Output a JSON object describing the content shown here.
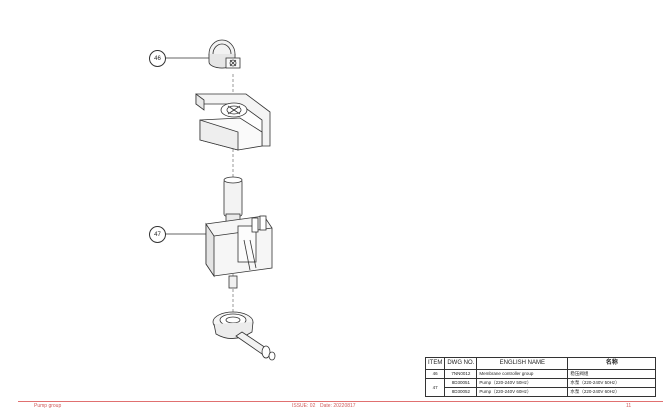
{
  "callouts": [
    "46",
    "47"
  ],
  "table": {
    "headers": {
      "item": "ITEM",
      "dwg": "DWG NO.",
      "english": "ENGLISH NAME",
      "chinese": "名称"
    },
    "rows": [
      {
        "item": "46",
        "dwg": "7NN0012",
        "english": "Membrane controller group",
        "chinese": "稳压阀组"
      },
      {
        "item": "47",
        "dwg": "8D30051",
        "english": "Pump（220-240V 50Hz）",
        "chinese": "水泵（220-240V 50Hz）"
      },
      {
        "item": "",
        "dwg": "8D30052",
        "english": "Pump（220-240V 60Hz）",
        "chinese": "水泵（220-240V 60Hz）"
      }
    ]
  },
  "footer": {
    "section": "Pump group",
    "issue": "ISSUE: 02",
    "date": "Date: 20220817",
    "page": "11"
  }
}
